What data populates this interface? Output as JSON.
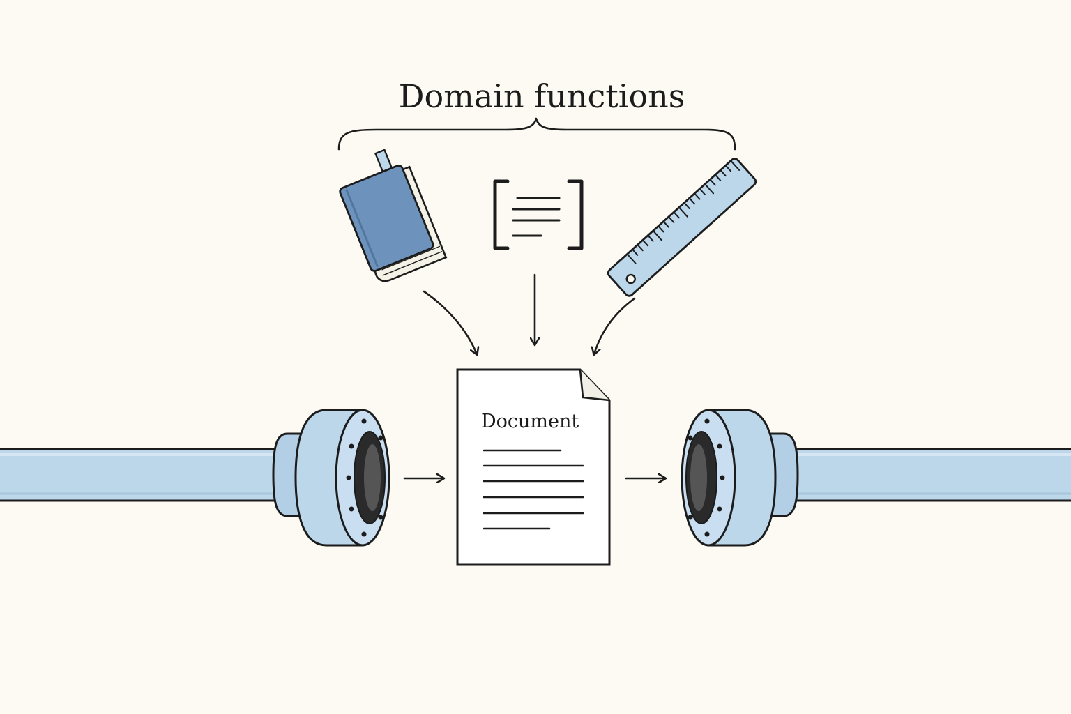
{
  "diagram": {
    "title": "Domain functions",
    "document_label": "Document",
    "inputs": [
      {
        "name": "book",
        "icon": "book-icon"
      },
      {
        "name": "bracketed text",
        "icon": "bracketed-text-icon"
      },
      {
        "name": "ruler",
        "icon": "ruler-icon"
      }
    ],
    "flow": [
      "inlet-pipe",
      "document",
      "outlet-pipe"
    ]
  },
  "colors": {
    "background": "#fcfaf3",
    "ink": "#1c1c1c",
    "pipe_fill": "#bcd6ea",
    "pipe_dark": "#a9c5dc",
    "book_cover": "#6d93bd",
    "paper": "#ffffff"
  }
}
